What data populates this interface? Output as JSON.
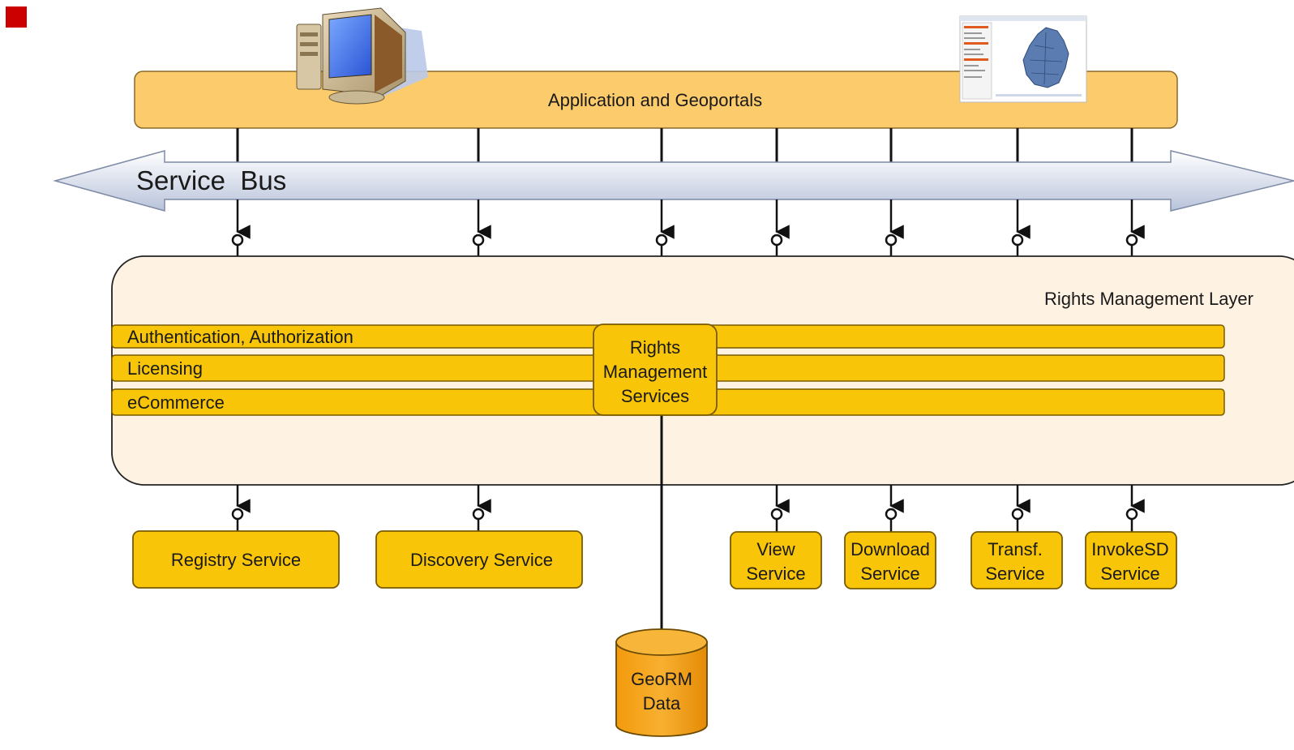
{
  "application_bar": {
    "label": "Application and Geoportals"
  },
  "service_bus": {
    "label": "Service  Bus"
  },
  "rights_layer": {
    "title": "Rights Management Layer",
    "bars": [
      {
        "label": "Authentication, Authorization"
      },
      {
        "label": "Licensing"
      },
      {
        "label": "eCommerce"
      }
    ],
    "center_box": {
      "lines": [
        "Rights",
        "Management",
        "Services"
      ]
    }
  },
  "services": [
    {
      "lines": [
        "Registry Service"
      ]
    },
    {
      "lines": [
        "Discovery Service"
      ]
    },
    {
      "lines": [
        "View",
        "Service"
      ]
    },
    {
      "lines": [
        "Download",
        "Service"
      ]
    },
    {
      "lines": [
        "Transf.",
        "Service"
      ]
    },
    {
      "lines": [
        "InvokeSD",
        "Service"
      ]
    }
  ],
  "database": {
    "lines": [
      "GeoRM",
      "Data"
    ]
  },
  "colors": {
    "app_bar": "#FBCB6C",
    "bar": "#F9C508",
    "layer_bg": "#FEF3E2",
    "database": "#F7A516",
    "bus_top": "#FFFFFF",
    "bus_bottom": "#BDC7DC",
    "bullet": "#CC0000"
  },
  "icons": {
    "computer": "computer-icon",
    "map": "map-screenshot-icon"
  }
}
